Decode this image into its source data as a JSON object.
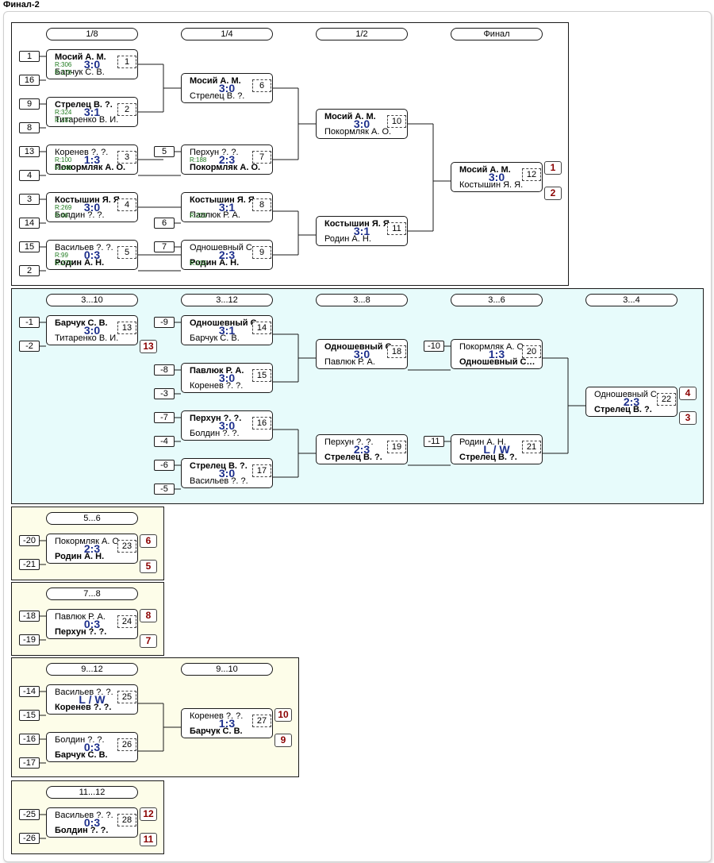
{
  "title": "Финал-2",
  "sections": [
    {
      "id": "main",
      "rounds": [
        "1/8",
        "1/4",
        "1/2",
        "Финал"
      ],
      "seeds": [
        "1",
        "16",
        "9",
        "8",
        "13",
        "4",
        "3",
        "14",
        "15",
        "2",
        "5",
        "6",
        "7"
      ],
      "matches": [
        {
          "num": "1",
          "p1": "Мосий А. М.",
          "p2": "Барчук С. В.",
          "score": "3:0",
          "r1": "R:306",
          "r2": "R:176"
        },
        {
          "num": "2",
          "p1": "Стрелец В. ?.",
          "p2": "Титаренко В. И.",
          "score": "3:1",
          "r1": "R:324",
          "r2": "R:187"
        },
        {
          "num": "3",
          "p1": "Коренев ?. ?.",
          "p2": "Покормляк А. О.",
          "score": "1:3",
          "r1": "R:100",
          "r2": "R:248"
        },
        {
          "num": "4",
          "p1": "Костышин Я. Я.",
          "p2": "Болдин ?. ?.",
          "score": "3:0",
          "r1": "R:269",
          "r2": "R:46"
        },
        {
          "num": "5",
          "p1": "Васильев ?. ?.",
          "p2": "Родин А. Н.",
          "score": "0:3",
          "r1": "R:99",
          "r2": "R:273"
        },
        {
          "num": "6",
          "p1": "Мосий А. М.",
          "p2": "Стрелец В. ?.",
          "score": "3:0"
        },
        {
          "num": "7",
          "p1": "Перхун ?. ?.",
          "p2": "Покормляк А. О.",
          "score": "2:3",
          "r1": "R:188"
        },
        {
          "num": "8",
          "p1": "Костышин Я. Я.",
          "p2": "Павлюк Р. А.",
          "score": "3:1",
          "r2": "R:223"
        },
        {
          "num": "9",
          "p1": "Одношевный С. ...",
          "p2": "Родин А. Н.",
          "score": "2:3",
          "r2": "R:215"
        },
        {
          "num": "10",
          "p1": "Мосий А. М.",
          "p2": "Покормляк А. О.",
          "score": "3:0"
        },
        {
          "num": "11",
          "p1": "Костышин Я. Я.",
          "p2": "Родин А. Н.",
          "score": "3:1"
        },
        {
          "num": "12",
          "p1": "Мосий А. М.",
          "p2": "Костышин Я. Я.",
          "score": "3:0"
        }
      ],
      "places": [
        "1",
        "2"
      ]
    },
    {
      "id": "3-10",
      "rounds": [
        "3...10",
        "3...12",
        "3...8",
        "3...6",
        "3...4"
      ],
      "seeds": [
        "-1",
        "-2",
        "-9",
        "-8",
        "-3",
        "-7",
        "-4",
        "-6",
        "-5",
        "-10",
        "-11"
      ],
      "matches": [
        {
          "num": "13",
          "p1": "Барчук С. В.",
          "p2": "Титаренко В. И.",
          "score": "3:0"
        },
        {
          "num": "14",
          "p1": "Одношевный С. ...",
          "p2": "Барчук С. В.",
          "score": "3:1"
        },
        {
          "num": "15",
          "p1": "Павлюк Р. А.",
          "p2": "Коренев ?. ?.",
          "score": "3:0"
        },
        {
          "num": "16",
          "p1": "Перхун ?. ?.",
          "p2": "Болдин ?. ?.",
          "score": "3:0"
        },
        {
          "num": "17",
          "p1": "Стрелец В. ?.",
          "p2": "Васильев ?. ?.",
          "score": "3:0"
        },
        {
          "num": "18",
          "p1": "Одношевный С. ...",
          "p2": "Павлюк Р. А.",
          "score": "3:0"
        },
        {
          "num": "19",
          "p1": "Перхун ?. ?.",
          "p2": "Стрелец В. ?.",
          "score": "2:3"
        },
        {
          "num": "20",
          "p1": "Покормляк А. О.",
          "p2": "Одношевный С. ...",
          "score": "1:3"
        },
        {
          "num": "21",
          "p1": "Родин А. Н.",
          "p2": "Стрелец В. ?.",
          "score": "L / W"
        },
        {
          "num": "22",
          "p1": "Одношевный С. ...",
          "p2": "Стрелец В. ?.",
          "score": "2:3"
        }
      ],
      "places": [
        "13",
        "4",
        "3"
      ]
    },
    {
      "id": "5-6",
      "rounds": [
        "5...6"
      ],
      "seeds": [
        "-20",
        "-21"
      ],
      "matches": [
        {
          "num": "23",
          "p1": "Покормляк А. О.",
          "p2": "Родин А. Н.",
          "score": "2:3"
        }
      ],
      "places": [
        "6",
        "5"
      ]
    },
    {
      "id": "7-8",
      "rounds": [
        "7...8"
      ],
      "seeds": [
        "-18",
        "-19"
      ],
      "matches": [
        {
          "num": "24",
          "p1": "Павлюк Р. А.",
          "p2": "Перхун ?. ?.",
          "score": "0:3"
        }
      ],
      "places": [
        "8",
        "7"
      ]
    },
    {
      "id": "9-12",
      "rounds": [
        "9...12",
        "9...10"
      ],
      "seeds": [
        "-14",
        "-15",
        "-16",
        "-17"
      ],
      "matches": [
        {
          "num": "25",
          "p1": "Васильев ?. ?.",
          "p2": "Коренев ?. ?.",
          "score": "L / W"
        },
        {
          "num": "26",
          "p1": "Болдин ?. ?.",
          "p2": "Барчук С. В.",
          "score": "0:3"
        },
        {
          "num": "27",
          "p1": "Коренев ?. ?.",
          "p2": "Барчук С. В.",
          "score": "1:3"
        }
      ],
      "places": [
        "10",
        "9"
      ]
    },
    {
      "id": "11-12",
      "rounds": [
        "11...12"
      ],
      "seeds": [
        "-25",
        "-26"
      ],
      "matches": [
        {
          "num": "28",
          "p1": "Васильев ?. ?.",
          "p2": "Болдин ?. ?.",
          "score": "0:3"
        }
      ],
      "places": [
        "12",
        "11"
      ]
    }
  ]
}
